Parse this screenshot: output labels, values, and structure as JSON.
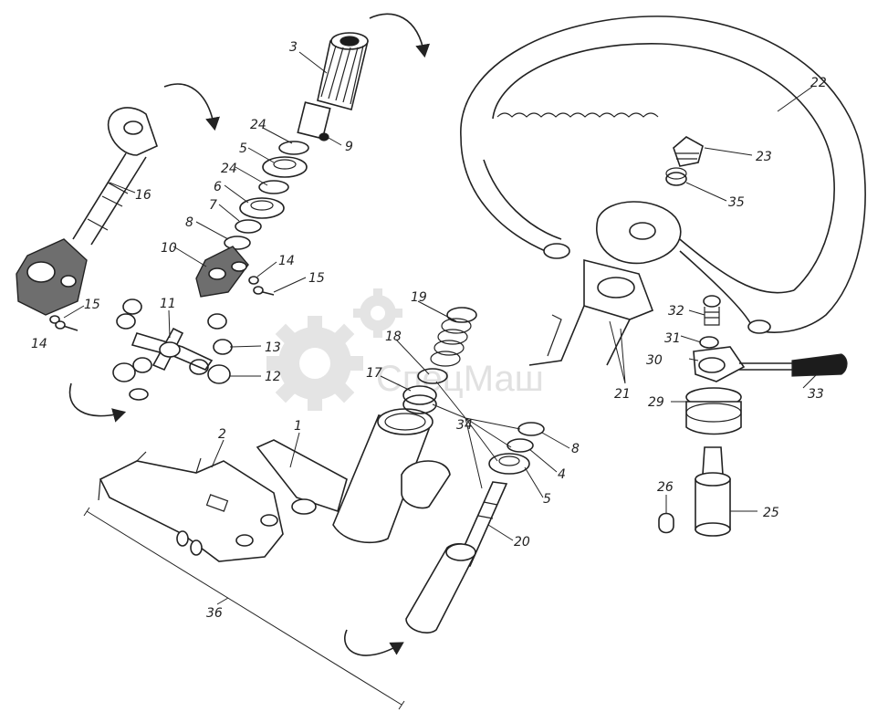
{
  "watermark": {
    "text": "СпецМаш",
    "color": "#c9c9c9"
  },
  "colors": {
    "ink": "#222222",
    "paper": "#ffffff",
    "shade": "#6e6e6e"
  },
  "labels": [
    {
      "id": "1",
      "text": "1"
    },
    {
      "id": "2",
      "text": "2"
    },
    {
      "id": "3",
      "text": "3"
    },
    {
      "id": "4",
      "text": "4"
    },
    {
      "id": "5a",
      "text": "5"
    },
    {
      "id": "5b",
      "text": "5"
    },
    {
      "id": "6",
      "text": "6"
    },
    {
      "id": "7",
      "text": "7"
    },
    {
      "id": "8a",
      "text": "8"
    },
    {
      "id": "8b",
      "text": "8"
    },
    {
      "id": "9",
      "text": "9"
    },
    {
      "id": "10",
      "text": "10"
    },
    {
      "id": "11",
      "text": "11"
    },
    {
      "id": "12",
      "text": "12"
    },
    {
      "id": "13",
      "text": "13"
    },
    {
      "id": "14a",
      "text": "14"
    },
    {
      "id": "14b",
      "text": "14"
    },
    {
      "id": "15a",
      "text": "15"
    },
    {
      "id": "15b",
      "text": "15"
    },
    {
      "id": "16",
      "text": "16"
    },
    {
      "id": "17",
      "text": "17"
    },
    {
      "id": "18",
      "text": "18"
    },
    {
      "id": "19",
      "text": "19"
    },
    {
      "id": "20",
      "text": "20"
    },
    {
      "id": "21",
      "text": "21"
    },
    {
      "id": "22",
      "text": "22"
    },
    {
      "id": "23",
      "text": "23"
    },
    {
      "id": "24a",
      "text": "24"
    },
    {
      "id": "24b",
      "text": "24"
    },
    {
      "id": "25",
      "text": "25"
    },
    {
      "id": "26",
      "text": "26"
    },
    {
      "id": "29",
      "text": "29"
    },
    {
      "id": "30",
      "text": "30"
    },
    {
      "id": "31",
      "text": "31"
    },
    {
      "id": "32",
      "text": "32"
    },
    {
      "id": "33",
      "text": "33"
    },
    {
      "id": "34",
      "text": "34"
    },
    {
      "id": "35",
      "text": "35"
    },
    {
      "id": "36",
      "text": "36"
    }
  ]
}
